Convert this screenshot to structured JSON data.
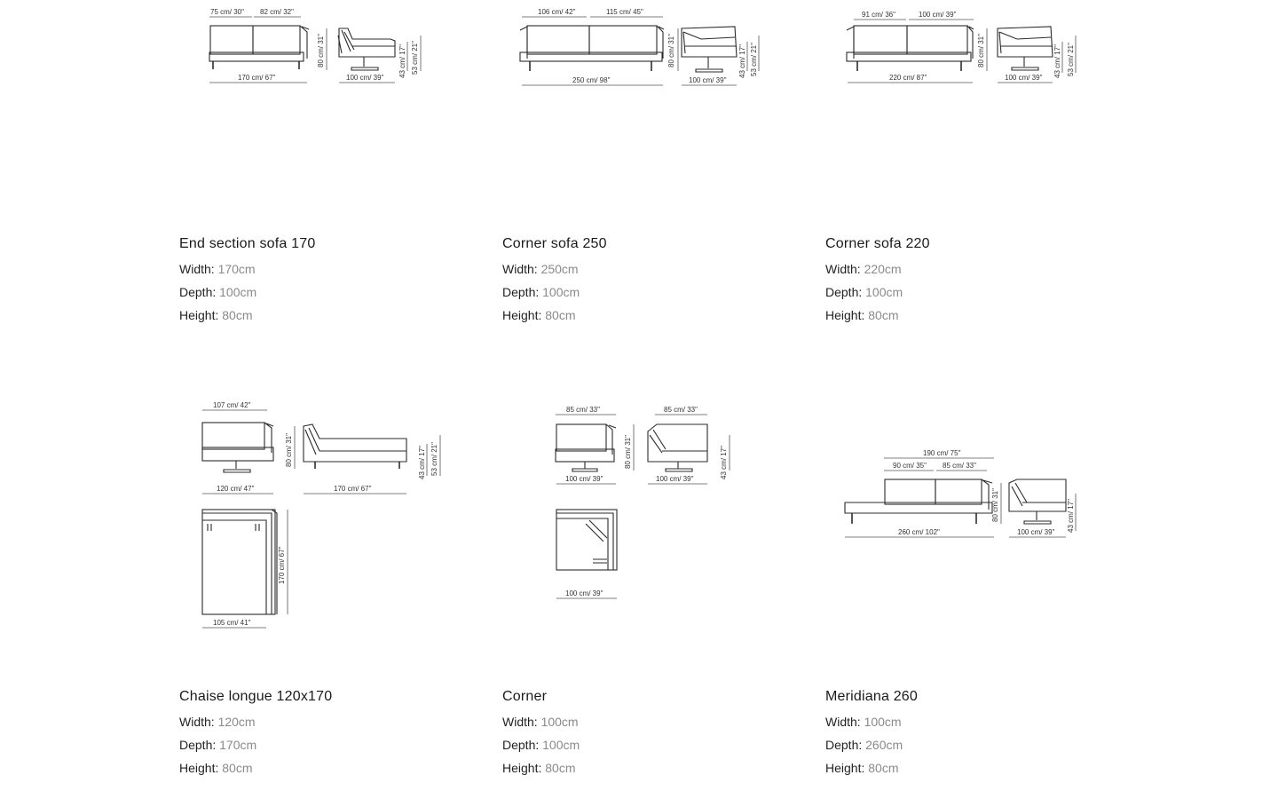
{
  "colors": {
    "title": "#1a1a1a",
    "label": "#222222",
    "value": "#8a8a8a",
    "line": "#2b2b2b"
  },
  "products": [
    {
      "title": "End section sofa 170",
      "specs": [
        {
          "label": "Width:",
          "value": "170cm"
        },
        {
          "label": "Depth:",
          "value": "100cm"
        },
        {
          "label": "Height:",
          "value": "80cm"
        }
      ],
      "dims": [
        "75 cm/ 30\"",
        "82 cm/ 32\"",
        "80 cm/ 31\"",
        "170 cm/ 67\"",
        "100 cm/ 39\"",
        "43 cm/ 17\"",
        "53 cm/ 21\""
      ]
    },
    {
      "title": "Corner sofa 250",
      "specs": [
        {
          "label": "Width:",
          "value": "250cm"
        },
        {
          "label": "Depth:",
          "value": "100cm"
        },
        {
          "label": "Height:",
          "value": "80cm"
        }
      ],
      "dims": [
        "106 cm/ 42\"",
        "115 cm/ 45\"",
        "80 cm/ 31\"",
        "250 cm/ 98\"",
        "100 cm/ 39\"",
        "43 cm/ 17\"",
        "53 cm/ 21\""
      ]
    },
    {
      "title": "Corner sofa 220",
      "specs": [
        {
          "label": "Width:",
          "value": "220cm"
        },
        {
          "label": "Depth:",
          "value": "100cm"
        },
        {
          "label": "Height:",
          "value": "80cm"
        }
      ],
      "dims": [
        "91 cm/ 36\"",
        "100 cm/ 39\"",
        "80 cm/ 31\"",
        "220 cm/ 87\"",
        "100 cm/ 39\"",
        "43 cm/ 17\"",
        "53 cm/ 21\""
      ]
    },
    {
      "title": "Chaise longue 120x170",
      "specs": [
        {
          "label": "Width:",
          "value": "120cm"
        },
        {
          "label": "Depth:",
          "value": "170cm"
        },
        {
          "label": "Height:",
          "value": "80cm"
        }
      ],
      "dims": [
        "107 cm/ 42\"",
        "80 cm/ 31\"",
        "43 cm/ 17\"",
        "53 cm/ 21\"",
        "120 cm/ 47\"",
        "170 cm/ 67\"",
        "170 cm/ 67\"",
        "105 cm/ 41\""
      ]
    },
    {
      "title": "Corner",
      "specs": [
        {
          "label": "Width:",
          "value": "100cm"
        },
        {
          "label": "Depth:",
          "value": "100cm"
        },
        {
          "label": "Height:",
          "value": "80cm"
        }
      ],
      "dims": [
        "85 cm/ 33\"",
        "85 cm/ 33\"",
        "80 cm/ 31\"",
        "43 cm/ 17\"",
        "100 cm/ 39\"",
        "100 cm/ 39\"",
        "100 cm/ 39\""
      ]
    },
    {
      "title": "Meridiana 260",
      "specs": [
        {
          "label": "Width:",
          "value": "100cm"
        },
        {
          "label": "Depth:",
          "value": "260cm"
        },
        {
          "label": "Height:",
          "value": "80cm"
        }
      ],
      "dims": [
        "190 cm/ 75\"",
        "90 cm/ 35\"",
        "85 cm/ 33\"",
        "80 cm/ 31\"",
        "43 cm/ 17\"",
        "260 cm/ 102\"",
        "100 cm/ 39\""
      ]
    }
  ]
}
